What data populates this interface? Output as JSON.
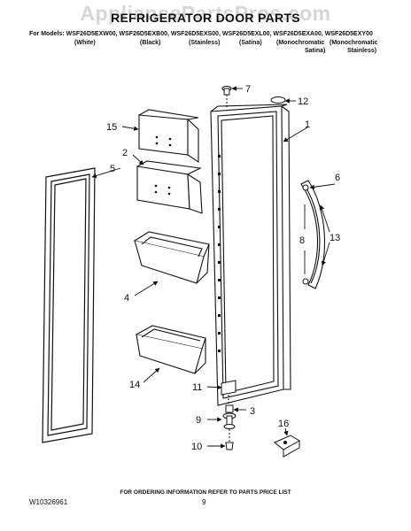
{
  "header": {
    "watermark": "AppliancePartsPros.com",
    "title": "REFRIGERATOR DOOR PARTS",
    "models": "For Models: WSF26D5EXW00, WSF26D5EXB00, WSF26D5EXS00, WSF26D5EXL00, WSF26D5EXA00, WSF26D5EXY00",
    "variants": [
      "(White)",
      "(Black)",
      "(Stainless)",
      "(Satina)",
      "(Monochromatic",
      "(Monochromatic"
    ],
    "variants_line2": [
      "Satina)",
      "Stainless)"
    ]
  },
  "callouts": {
    "c1": "1",
    "c2": "2",
    "c3": "3",
    "c4": "4",
    "c5": "5",
    "c6": "6",
    "c7": "7",
    "c8": "8",
    "c9": "9",
    "c10": "10",
    "c11": "11",
    "c12": "12",
    "c13": "13",
    "c14": "14",
    "c15": "15",
    "c16": "16"
  },
  "footer": {
    "note": "FOR ORDERING INFORMATION REFER TO PARTS PRICE LIST",
    "code": "W10326961",
    "page": "9"
  }
}
